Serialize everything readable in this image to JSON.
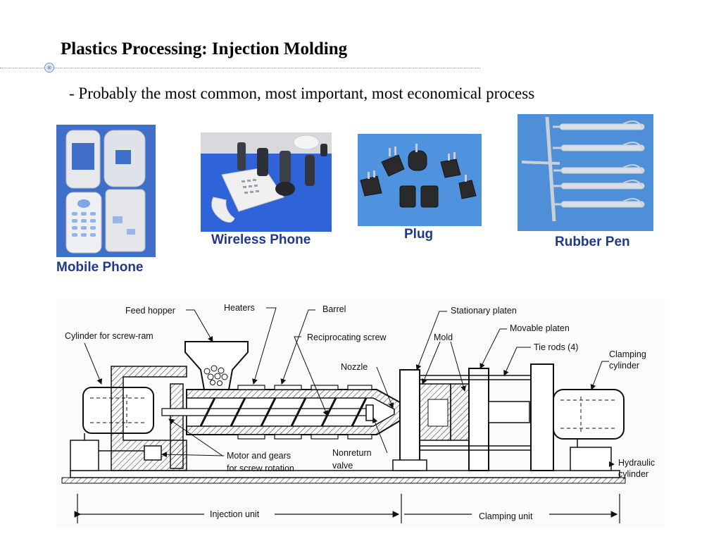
{
  "slide": {
    "title": "Plastics Processing: Injection Molding",
    "subtitle": "- Probably the most common, most important, most economical process"
  },
  "photos": [
    {
      "caption": "Mobile Phone"
    },
    {
      "caption": "Wireless Phone"
    },
    {
      "caption": "Plug"
    },
    {
      "caption": "Rubber Pen"
    }
  ],
  "diagram": {
    "labels": {
      "feed_hopper": "Feed hopper",
      "heaters": "Heaters",
      "barrel": "Barrel",
      "cylinder_for_screw_ram": "Cylinder for screw-ram",
      "reciprocating_screw": "Reciprocating screw",
      "stationary_platen": "Stationary platen",
      "mold": "Mold",
      "movable_platen": "Movable platen",
      "tie_rods": "Tie rods (4)",
      "clamping_cylinder_1": "Clamping",
      "clamping_cylinder_2": "cylinder",
      "nozzle": "Nozzle",
      "motor_and_gears_1": "Motor and gears",
      "motor_and_gears_2": "for screw rotation",
      "nonreturn_valve_1": "Nonreturn",
      "nonreturn_valve_2": "valve",
      "hydraulic_cylinder_1": "Hydraulic",
      "hydraulic_cylinder_2": "cylinder",
      "injection_unit": "Injection unit",
      "clamping_unit": "Clamping unit"
    }
  }
}
